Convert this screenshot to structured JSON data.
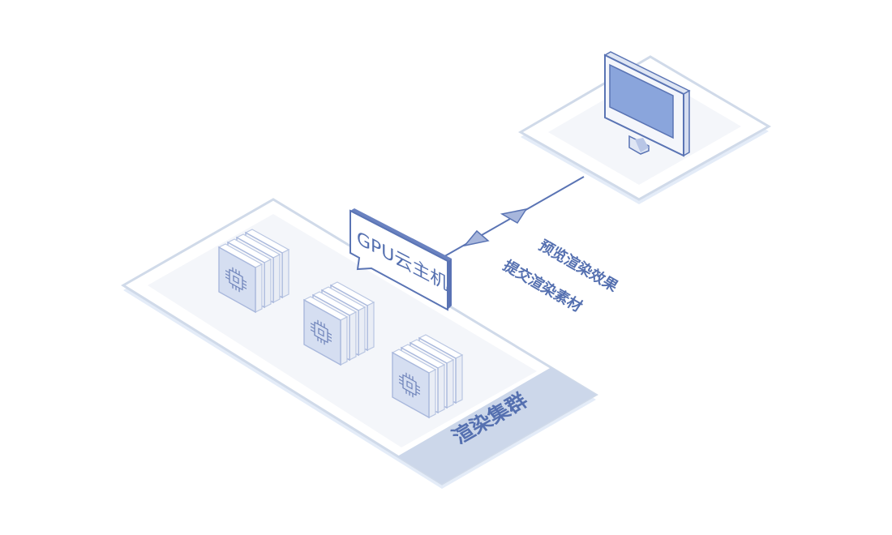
{
  "gpu_host": {
    "label": "GPU云主机"
  },
  "flow": {
    "preview_label": "预览渲染效果",
    "submit_label": "提交渲染素材"
  },
  "cluster": {
    "label": "渲染集群",
    "server_stacks": 3,
    "servers_per_stack": 4
  },
  "colors": {
    "accent": "#5570b0",
    "outline": "#c9d4e8",
    "band": "#ccd7ea",
    "screen": "#8aa5dc"
  }
}
